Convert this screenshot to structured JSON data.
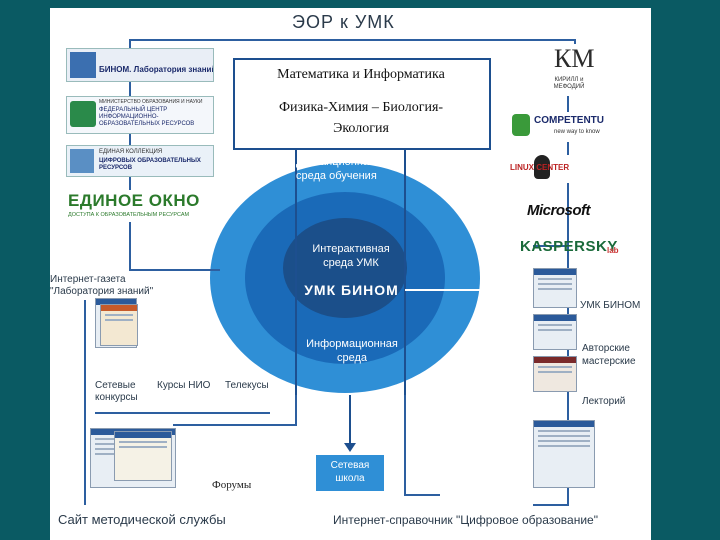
{
  "title": "ЭОР к УМК",
  "subjects_box": {
    "line1": "Математика и Информатика",
    "line2": "Физика-Химия – Биология-",
    "line3": "Экология"
  },
  "circles": {
    "outer_label": "Дистанционная\nсреда обучения",
    "middle_label": "Интерактивная\nсреда УМК",
    "center_label": "УМК БИНОМ",
    "inner_bottom_label": "Информационная\nсреда"
  },
  "left_logos": {
    "logo1": "БИНОМ. Лаборатория знаний",
    "logo2_small": "МИНИСТЕРСТВО ОБРАЗОВАНИЯ И НАУКИ",
    "logo2": "ФЕДЕРАЛЬНЫЙ ЦЕНТР ИНФОРМАЦИОННО-ОБРАЗОВАТЕЛЬНЫХ РЕСУРСОВ",
    "logo3_small": "ЕДИНАЯ КОЛЛЕКЦИЯ",
    "logo3": "ЦИФРОВЫХ ОБРАЗОВАТЕЛЬНЫХ РЕСУРСОВ",
    "logo4": "ЕДИНОЕ ОКНО",
    "logo4_sub": "ДОСТУПА К ОБРАЗОВАТЕЛЬНЫМ РЕСУРСАМ"
  },
  "right_logos": {
    "kirill": "КИРИЛЛ и МЕФОДИЙ",
    "competentum": "COMPETENTUM",
    "competentum_sub": "new way to know",
    "linux": "LINUX CENTER",
    "microsoft": "Microsoft",
    "kaspersky": "KASPERSKY",
    "kaspersky_lab": "lab"
  },
  "labels": {
    "gazeta": "Интернет-газета\n\"Лаборатория знаний\"",
    "setevye": "Сетевые\nконкурсы",
    "kursy": "Курсы НИО",
    "teleksy": "Телекусы",
    "forumy": "Форумы",
    "setevaya": "Сетевая\nшкола",
    "sait": "Сайт методической службы",
    "spravochnik": "Интернет-справочник \"Цифровое образование\"",
    "umk_binom_r": "УМК БИНОМ",
    "avtorskie": "Авторские\nмастерские",
    "lektoriy": "Лекторий"
  },
  "colors": {
    "background": "#0a5a63",
    "panel": "#ffffff",
    "circle_outer": "#2f8fd6",
    "circle_mid": "#1a6ab8",
    "circle_inner": "#1b4f8a",
    "lines": "#2d5fa0",
    "box_border": "#1d4f8f"
  }
}
